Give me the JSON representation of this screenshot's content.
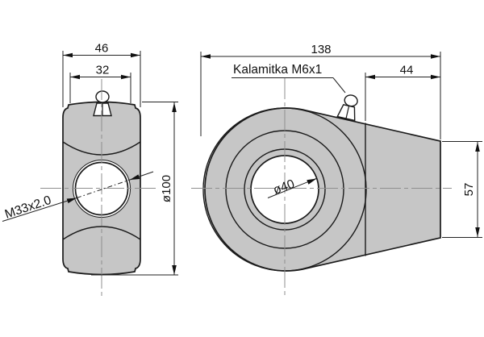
{
  "drawing_type": "technical-2-view",
  "left_view": {
    "width_dim": "46",
    "inner_width_dim": "32",
    "outer_diameter_dim": "ø100",
    "thread_label": "M33x2.0"
  },
  "right_view": {
    "length_dim": "138",
    "shank_length_dim": "44",
    "shank_height_dim": "57",
    "bore_dim": "ø40",
    "grease_fitting_label": "Kalamitka M6x1"
  },
  "colors": {
    "part_fill": "#c6c6c6",
    "outline": "#1a1a1a",
    "dimension_line": "#222222",
    "centerline": "#8f8f8f",
    "background": "#ffffff",
    "text": "#111111"
  }
}
